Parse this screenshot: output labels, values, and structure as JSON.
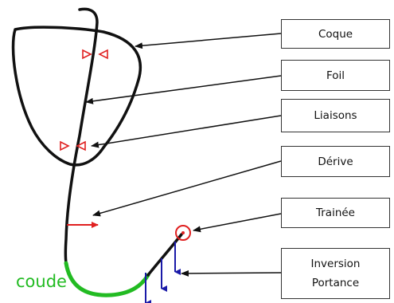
{
  "labels": {
    "coque": "Coque",
    "foil": "Foil",
    "liaisons": "Liaisons",
    "derive": "Dérive",
    "trainee": "Trainée",
    "inversion_line1": "Inversion",
    "inversion_line2": "Portance",
    "coude": "coude"
  },
  "colors": {
    "outline": "#111111",
    "coude": "#22bb22",
    "force_red": "#e02020",
    "force_blue": "#1a1aa8",
    "box_border": "#333333"
  }
}
